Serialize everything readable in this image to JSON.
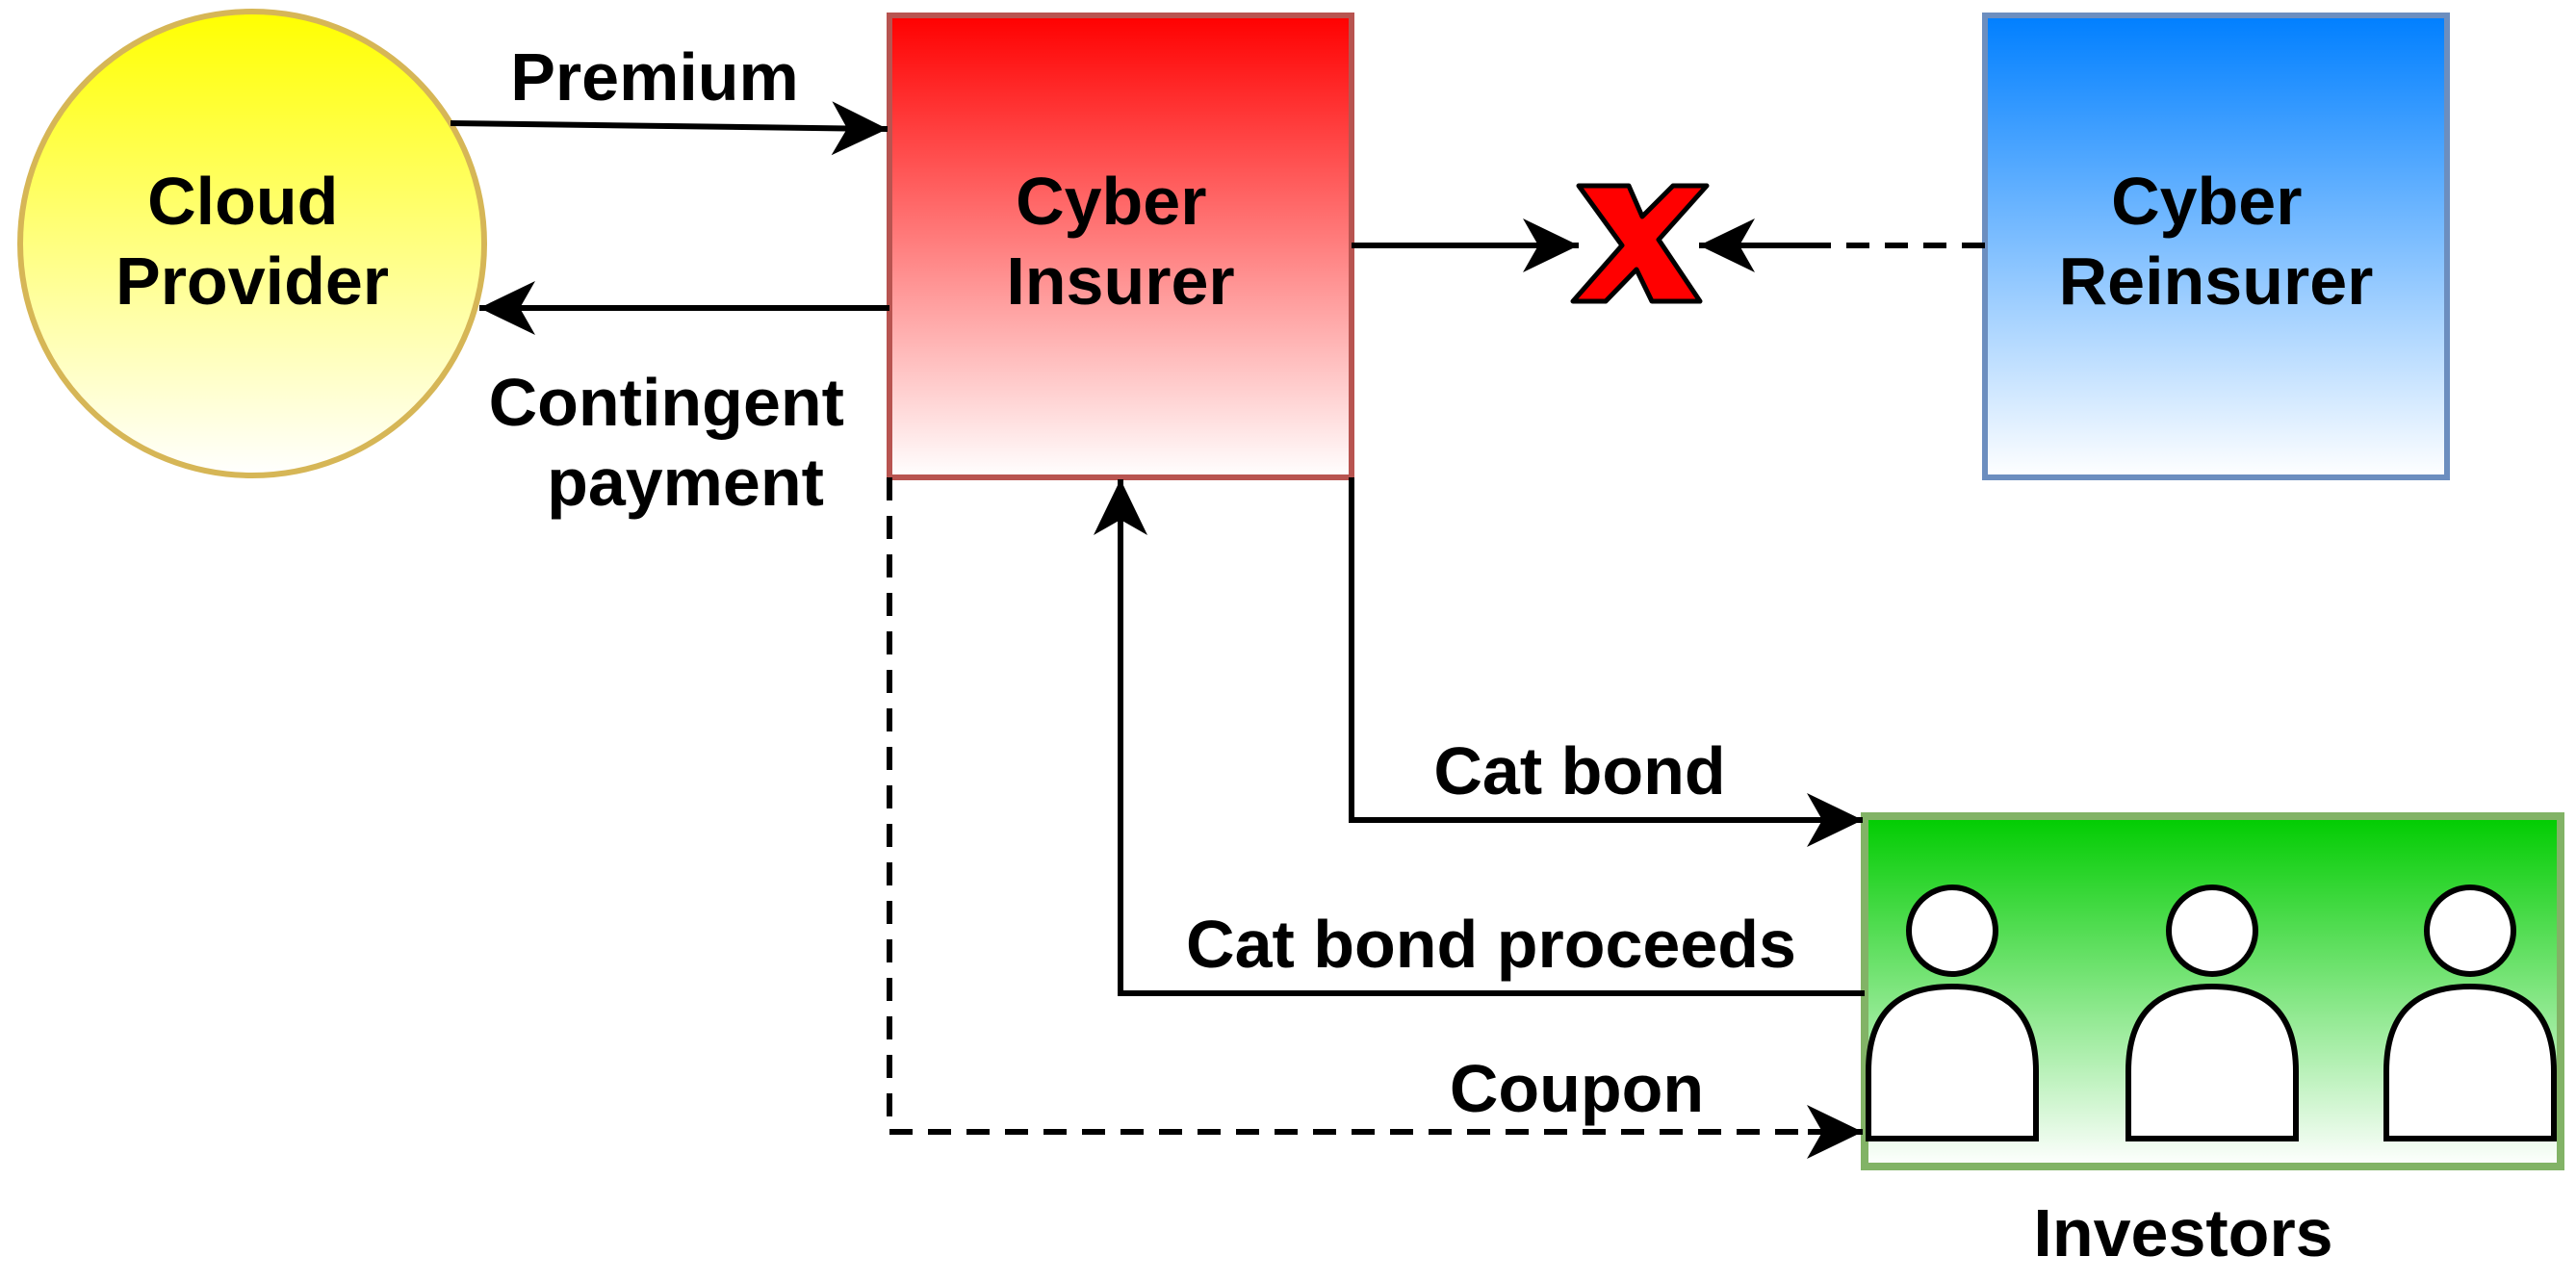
{
  "nodes": {
    "cloud_provider": {
      "line1": "Cloud",
      "line2": "Provider"
    },
    "cyber_insurer": {
      "line1": "Cyber",
      "line2": "Insurer"
    },
    "cyber_reinsurer": {
      "line1": "Cyber",
      "line2": "Reinsurer"
    },
    "investors": {
      "label": "Investors"
    },
    "blocked_mark": {
      "icon": "x-mark-icon"
    }
  },
  "edges": {
    "premium": "Premium",
    "contingent_payment": {
      "line1": "Contingent",
      "line2": "payment"
    },
    "cat_bond": "Cat bond",
    "cat_bond_proceeds": "Cat bond proceeds",
    "coupon": "Coupon"
  },
  "colors": {
    "cloud_fill_top": "#ffff00",
    "cloud_fill_bottom": "#ffffff",
    "cloud_stroke": "#d6b656",
    "insurer_fill_top": "#ff0000",
    "insurer_fill_bottom": "#ffffff",
    "insurer_stroke": "#b85450",
    "reinsurer_fill_top": "#007fff",
    "reinsurer_fill_bottom": "#ffffff",
    "reinsurer_stroke": "#6c8ebf",
    "investors_fill_top": "#00cc00",
    "investors_fill_bottom": "#ffffff",
    "investors_stroke": "#82b366",
    "x_mark": "#ff0000"
  }
}
